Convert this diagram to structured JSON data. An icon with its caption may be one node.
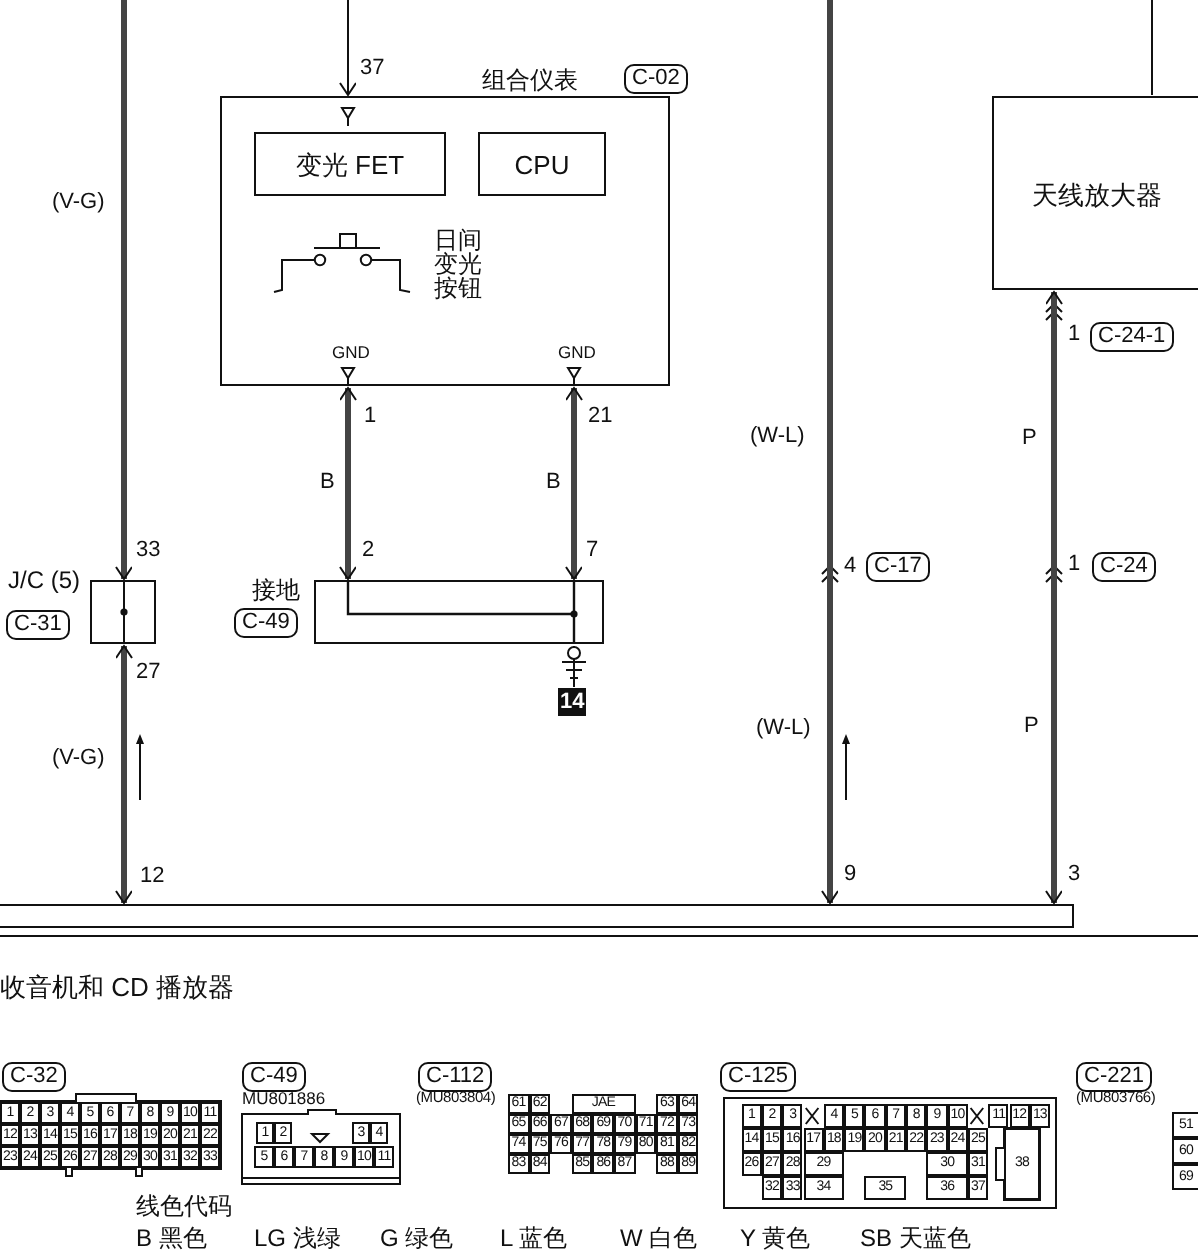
{
  "diagram": {
    "nodes": [
      {
        "text": [
          "组合仪表",
          "C-02"
        ]
      },
      {
        "text": [
          "变光 FET"
        ],
        "in": 0
      },
      {
        "text": [
          "CPU"
        ],
        "in": 0
      },
      {
        "text": [
          "天线放大器"
        ]
      },
      {
        "text": [
          "J/C (5)",
          "C-31"
        ]
      },
      {
        "text": [
          "接地",
          "C-49"
        ]
      },
      {
        "text": [
          "14"
        ]
      },
      {
        "text": [],
        "shape": "bar",
        "beside": [
          "收音机和 CD 播放器"
        ]
      }
    ],
    "edges": [
      {
        "from": null,
        "to": 0,
        "arrow": "to"
      },
      {
        "from": null,
        "to": 4,
        "arrow": "to"
      },
      {
        "from": 4,
        "to": 7,
        "arrow": "both"
      },
      {
        "from": 0,
        "to": 5,
        "arrow": "both"
      },
      {
        "from": 0,
        "to": 5,
        "arrow": "both"
      },
      {
        "from": 5,
        "to": 6,
        "arrow": "other"
      },
      {
        "from": null,
        "to": 7,
        "arrow": "to"
      },
      {
        "from": null,
        "to": 3,
        "arrow": "none"
      },
      {
        "from": 3,
        "to": 7,
        "arrow": "both"
      }
    ],
    "labels": [
      "37",
      "(V-G)",
      "日间变光按钮",
      "GND",
      "GND",
      "1",
      "21",
      "B",
      "B",
      "33",
      "2",
      "7",
      "27",
      "(V-G)",
      "12",
      "(W-L)",
      "1",
      "C-24-1",
      "P",
      "4",
      "C-17",
      "1",
      "C-24",
      "(W-L)",
      "P",
      "9",
      "3",
      "C-32",
      "C-49",
      "C-112",
      "C-125",
      "C-221",
      "MU801886",
      "(MU803804)",
      "(MU803766)",
      "1",
      "2",
      "3",
      "4",
      "5",
      "6",
      "7",
      "8",
      "9",
      "10",
      "11",
      "12",
      "13",
      "14",
      "15",
      "16",
      "17",
      "18",
      "19",
      "20",
      "21",
      "22",
      "23",
      "24",
      "25",
      "26",
      "27",
      "28",
      "29",
      "30",
      "31",
      "32",
      "33",
      "1",
      "2",
      "3",
      "4",
      "5",
      "6",
      "7",
      "8",
      "9",
      "10",
      "11",
      "61",
      "62",
      "JAE",
      "63",
      "64",
      "65",
      "66",
      "67",
      "68",
      "69",
      "70",
      "71",
      "72",
      "73",
      "74",
      "75",
      "76",
      "77",
      "78",
      "79",
      "80",
      "81",
      "82",
      "83",
      "84",
      "85",
      "86",
      "87",
      "88",
      "89",
      "1",
      "2",
      "3",
      "4",
      "5",
      "6",
      "7",
      "8",
      "9",
      "10",
      "11",
      "12",
      "13",
      "14",
      "15",
      "16",
      "17",
      "18",
      "19",
      "20",
      "21",
      "22",
      "23",
      "24",
      "25",
      "26",
      "27",
      "28",
      "29",
      "30",
      "31",
      "32",
      "33",
      "34",
      "35",
      "36",
      "37",
      "38",
      "51",
      "60",
      "69",
      "线色代码",
      "B 黑色",
      "LG 浅绿",
      "G 绿色",
      "L 蓝色",
      "W 白色",
      "Y 黄色",
      "SB 天蓝色"
    ]
  }
}
